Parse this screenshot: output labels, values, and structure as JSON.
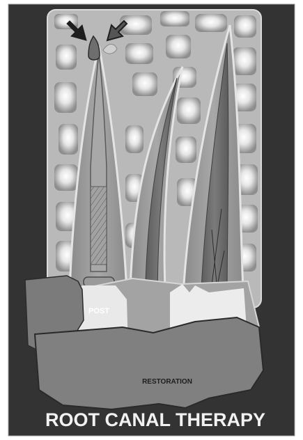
{
  "figure": {
    "title": "ROOT CANAL THERAPY",
    "labels": {
      "post": "POST",
      "restoration": "RESTORATION"
    }
  },
  "colors": {
    "background": "#333333",
    "bone": "#b9b9b9",
    "bone_spot": "#ededed",
    "tooth": "#9c9c9c",
    "post": "#a8a8a8",
    "restoration": "#808080",
    "title_text": "#f2f2f2"
  },
  "icons": [
    "arrow-down-right-icon",
    "arrow-down-left-icon"
  ]
}
